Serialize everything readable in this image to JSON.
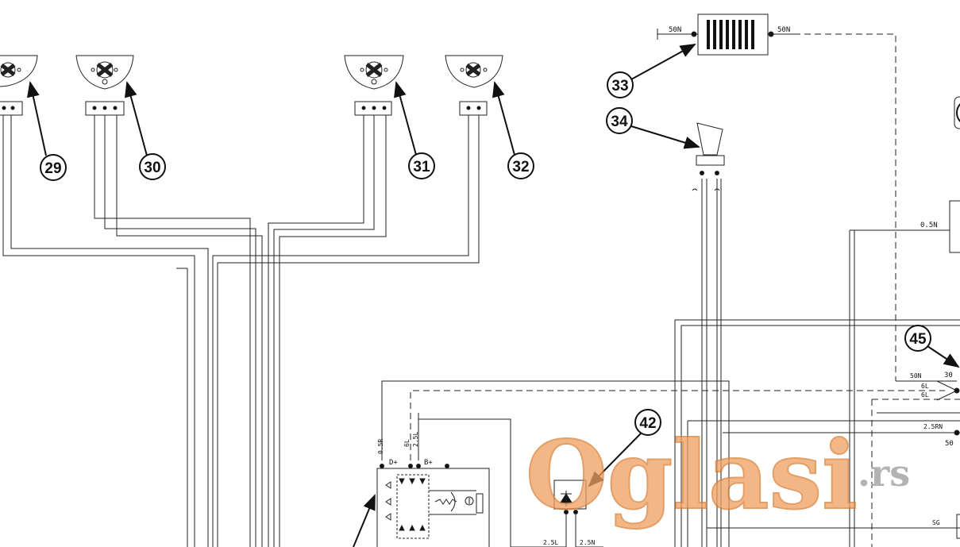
{
  "diagram": {
    "callouts": [
      {
        "id": "c29",
        "label": "29"
      },
      {
        "id": "c30",
        "label": "30"
      },
      {
        "id": "c31",
        "label": "31"
      },
      {
        "id": "c32",
        "label": "32"
      },
      {
        "id": "c33",
        "label": "33"
      },
      {
        "id": "c34",
        "label": "34"
      },
      {
        "id": "c42",
        "label": "42"
      },
      {
        "id": "c45",
        "label": "45"
      }
    ],
    "wire_labels": {
      "fuse_left": "50N",
      "fuse_right": "50N",
      "relay_feed": "0.5N",
      "alt_d_wire": "0.5R",
      "alt_b_wire1": "6L",
      "alt_b_wire2": "2.5L",
      "alt_d_terminal": "D+",
      "alt_b_terminal": "B+",
      "bottom_wire1": "2.5L",
      "bottom_wire2": "2.5N",
      "switch_50n": "50N",
      "switch_30": "30",
      "switch_6l_a": "6L",
      "switch_6l_b": "6L",
      "start_wire": "2.5RN",
      "start_terminal": "50",
      "ground": "SG"
    },
    "watermark": {
      "main": "Oglasi",
      "suffix": ".rs"
    }
  }
}
